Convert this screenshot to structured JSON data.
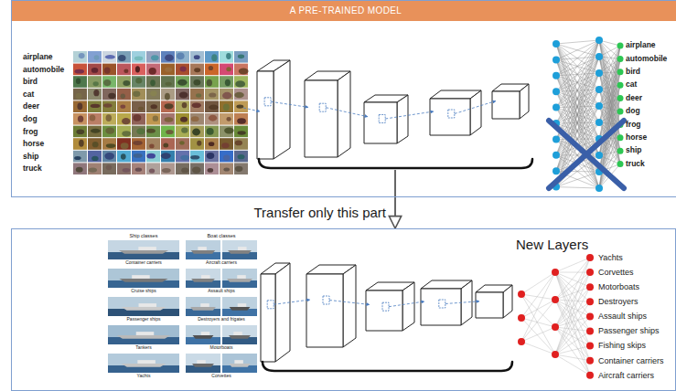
{
  "diagram": {
    "nodes": [
      {
        "text": [
          "A PRE-TRAINED MODEL"
        ]
      },
      {
        "text": [
          "New Layers"
        ]
      }
    ],
    "edges": [
      {
        "from": 0,
        "to": 1,
        "arrow": "to",
        "label": "Transfer only this part"
      }
    ],
    "labels": [
      "airplane",
      "automobile",
      "bird",
      "cat",
      "deer",
      "dog",
      "frog",
      "horse",
      "ship",
      "truck",
      "airplane",
      "automobile",
      "bird",
      "cat",
      "deer",
      "dog",
      "frog",
      "horse",
      "ship",
      "truck",
      "Ship classes",
      "Boat classes",
      "Container carriers",
      "Aircraft carriers",
      "Cruise ships",
      "Assault ships",
      "Passenger ships",
      "Destroyers and frigates",
      "Tankers",
      "Motorboats",
      "Yachts",
      "Corvettes",
      "Yachts",
      "Corvettes",
      "Motorboats",
      "Destroyers",
      "Assault ships",
      "Passenger ships",
      "Fishing skips",
      "Container carriers",
      "Aircraft carriers"
    ]
  }
}
